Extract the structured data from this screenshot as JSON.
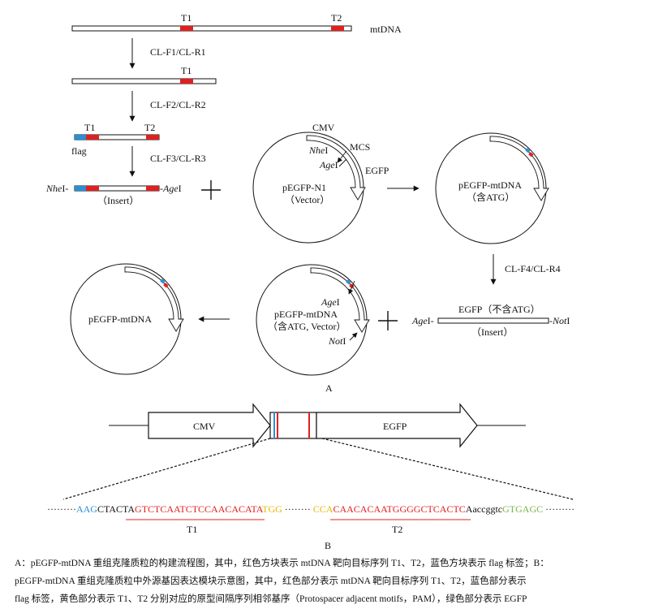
{
  "colors": {
    "red": "#e02020",
    "blue": "#2a8fd6",
    "yellow": "#e6b800",
    "green": "#7ab648",
    "line": "#111111"
  },
  "panelA": {
    "label": "A",
    "mtdna_label": "mtDNA",
    "t1": "T1",
    "t2": "T2",
    "primers1": "CL-F1/CL-R1",
    "primers2": "CL-F2/CL-R2",
    "primers3": "CL-F3/CL-R3",
    "primers4": "CL-F4/CL-R4",
    "flag": "flag",
    "nhe_italic": "Nhe",
    "nhe_suffix": "I-",
    "age_prefix": "-",
    "age_italic": "Age",
    "age_suffix": "I",
    "insert1": "（Insert）",
    "vector_cmv": "CMV",
    "vector_mcs": "MCS",
    "vector_nhe_italic": "Nhe",
    "vector_nhe_suffix": "I",
    "vector_age_italic": "Age",
    "vector_age_suffix": "I",
    "vector_egfp": "EGFP",
    "vector_name": "pEGFP-N1",
    "vector_sub": "（Vector）",
    "plasmid1_name": "pEGFP-mtDNA",
    "plasmid1_sub": "（含ATG）",
    "plasmid2_age_italic": "Age",
    "plasmid2_age_suffix": "I",
    "plasmid2_name": "pEGFP-mtDNA",
    "plasmid2_sub": "（含ATG, Vector）",
    "plasmid2_not_italic": "Not",
    "plasmid2_not_suffix": "I",
    "insert2_title": "EGFP（不含ATG）",
    "insert2_left_italic": "Age",
    "insert2_left_suffix": "I-",
    "insert2_right_prefix": "-",
    "insert2_right_italic": "Not",
    "insert2_right_suffix": "I",
    "insert2_sub": "（Insert）",
    "final_name": "pEGFP-mtDNA"
  },
  "panelB": {
    "label": "B",
    "cmv": "CMV",
    "egfp": "EGFP",
    "seq_dots": "·········",
    "seq_blue": "AAG",
    "seq_black1": "CTACTA",
    "seq_red1": "GTCTCAATCTCCAACACATA",
    "seq_yellow1": "TGG",
    "seq_mid_dots": " ········ ",
    "seq_yellow2": "CCA",
    "seq_red2": "CAACACAATGGGGCTCACTC",
    "seq_black2": "Aaccggtc",
    "seq_green": "GTGAGC",
    "seq_dots_end": " ·········",
    "t1": "T1",
    "t2": "T2"
  },
  "caption": {
    "line1": "A：pEGFP-mtDNA 重组克隆质粒的构建流程图，其中，红色方块表示 mtDNA 靶向目标序列 T1、T2，蓝色方块表示 flag 标签；B：",
    "line2": "pEGFP-mtDNA 重组克隆质粒中外源基因表达模块示意图，其中，红色部分表示 mtDNA 靶向目标序列 T1、T2，蓝色部分表示",
    "line3": "flag 标签，黄色部分表示 T1、T2 分别对应的原型间隔序列相邻基序（Protospacer adjacent motifs，PAM），绿色部分表示 EGFP"
  }
}
